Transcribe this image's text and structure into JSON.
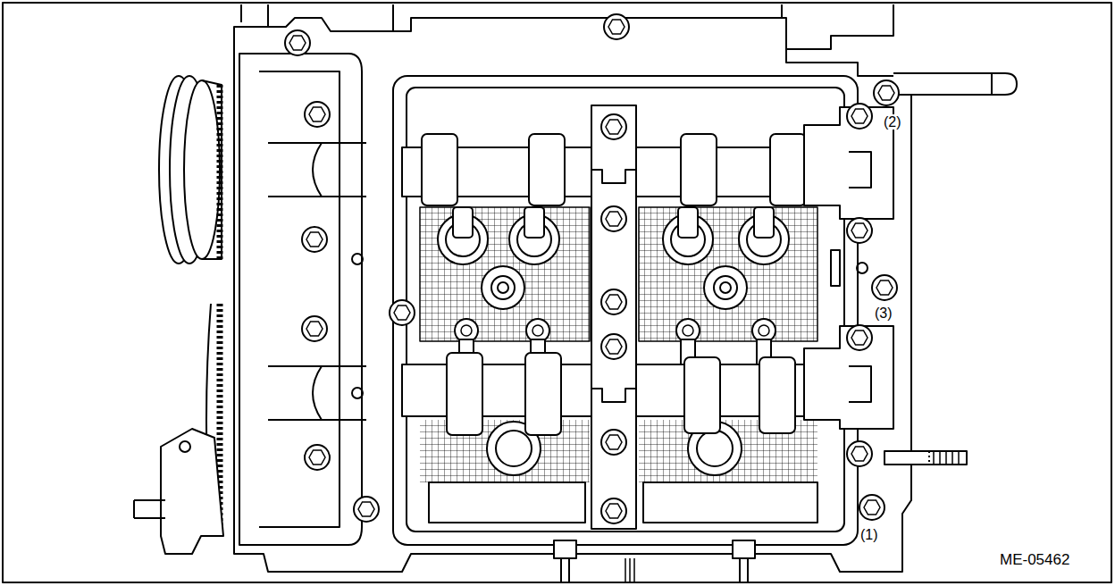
{
  "diagram": {
    "labels": [
      "(2)",
      "(3)",
      "(1)",
      "ME-05462"
    ]
  }
}
